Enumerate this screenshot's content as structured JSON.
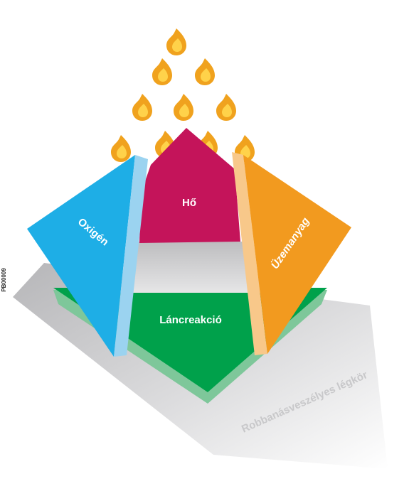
{
  "diagram": {
    "labels": {
      "heat": "Hő",
      "oxygen": "Oxigén",
      "fuel": "Üzemanyag",
      "chain": "Láncreakció",
      "atmosphere": "Robbanásveszélyes légkör",
      "code": "PB00009"
    },
    "colors": {
      "heat": "#c4145a",
      "oxygen": "#1eaee6",
      "oxygen_edge": "#9bd3f0",
      "fuel": "#f29a1f",
      "fuel_edge": "#f8c88a",
      "chain": "#00a14b",
      "chain_edge": "#7ec79a",
      "shadow": "#c7c7c9",
      "flame_outer": "#f0a21e",
      "flame_inner": "#ffd24a"
    },
    "flame_icon": "flame-icon"
  }
}
